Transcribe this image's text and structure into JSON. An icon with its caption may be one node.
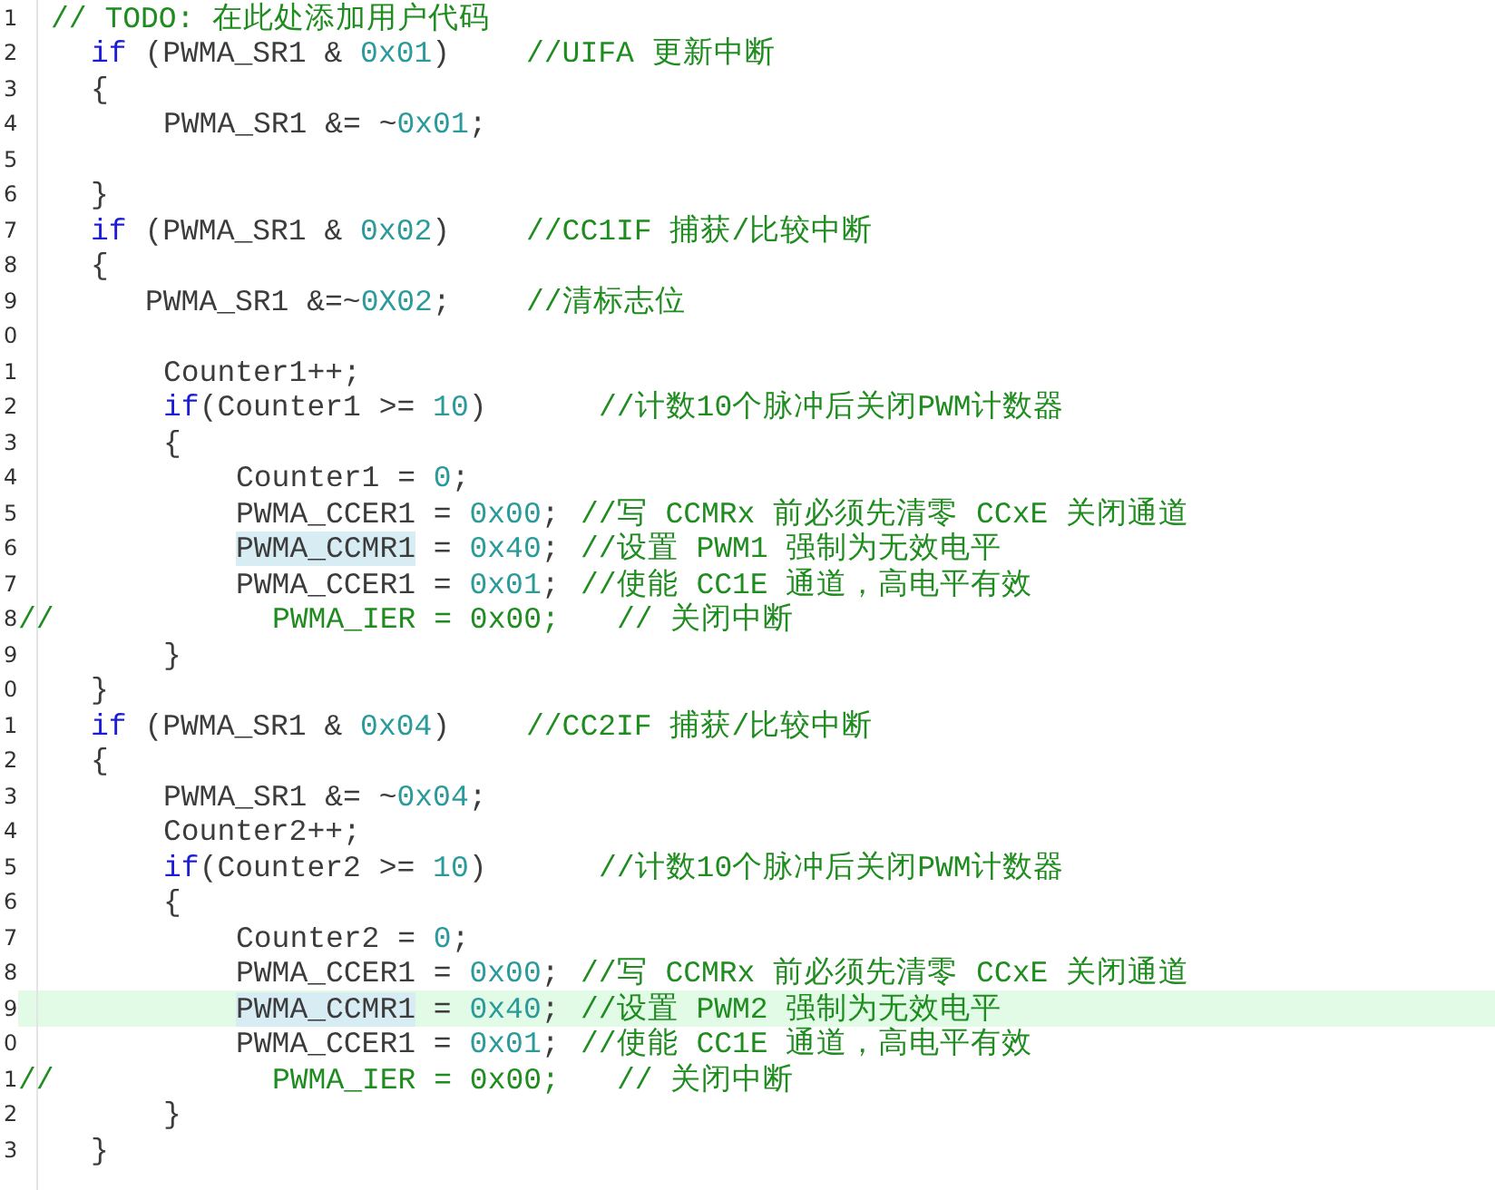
{
  "diagram": {
    "labels": [
      "1",
      "// TODO: 在此处添加用户代码",
      "2",
      "if (PWMA_SR1 & 0x01)",
      "//UIFA 更新中断",
      "3",
      "{",
      "4",
      "PWMA_SR1 &= ~0x01;",
      "5",
      "6",
      "}",
      "7",
      "if (PWMA_SR1 & 0x02)",
      "//CC1IF 捕获/比较中断",
      "8",
      "{",
      "9",
      "PWMA_SR1 &=~0X02;",
      "//清标志位",
      "0",
      "1",
      "Counter1++;",
      "2",
      "if(Counter1 >= 10)",
      "//计数10个脉冲后关闭PWM计数器",
      "3",
      "{",
      "4",
      "Counter1 = 0;",
      "5",
      "PWMA_CCER1 = 0x00;",
      "//写 CCMRx 前必须先清零 CCxE 关闭通道",
      "6",
      "PWMA_CCMR1 = 0x40;",
      "//设置 PWM1 强制为无效电平",
      "7",
      "PWMA_CCER1 = 0x01;",
      "//使能 CC1E 通道，高电平有效",
      "8",
      "//",
      "PWMA_IER = 0x00;",
      "// 关闭中断",
      "9",
      "}",
      "0",
      "}",
      "1",
      "if (PWMA_SR1 & 0x04)",
      "//CC2IF 捕获/比较中断",
      "2",
      "{",
      "3",
      "PWMA_SR1 &= ~0x04;",
      "4",
      "Counter2++;",
      "5",
      "if(Counter2 >= 10)",
      "//计数10个脉冲后关闭PWM计数器",
      "6",
      "{",
      "7",
      "Counter2 = 0;",
      "8",
      "PWMA_CCER1 = 0x00;",
      "//写 CCMRx 前必须先清零 CCxE 关闭通道",
      "9",
      "PWMA_CCMR1 = 0x40;",
      "//设置 PWM2 强制为无效电平",
      "0",
      "PWMA_CCER1 = 0x01;",
      "//使能 CC1E 通道，高电平有效",
      "1",
      "//",
      "PWMA_IER = 0x00;",
      "// 关闭中断",
      "2",
      "}",
      "3",
      "}"
    ]
  }
}
